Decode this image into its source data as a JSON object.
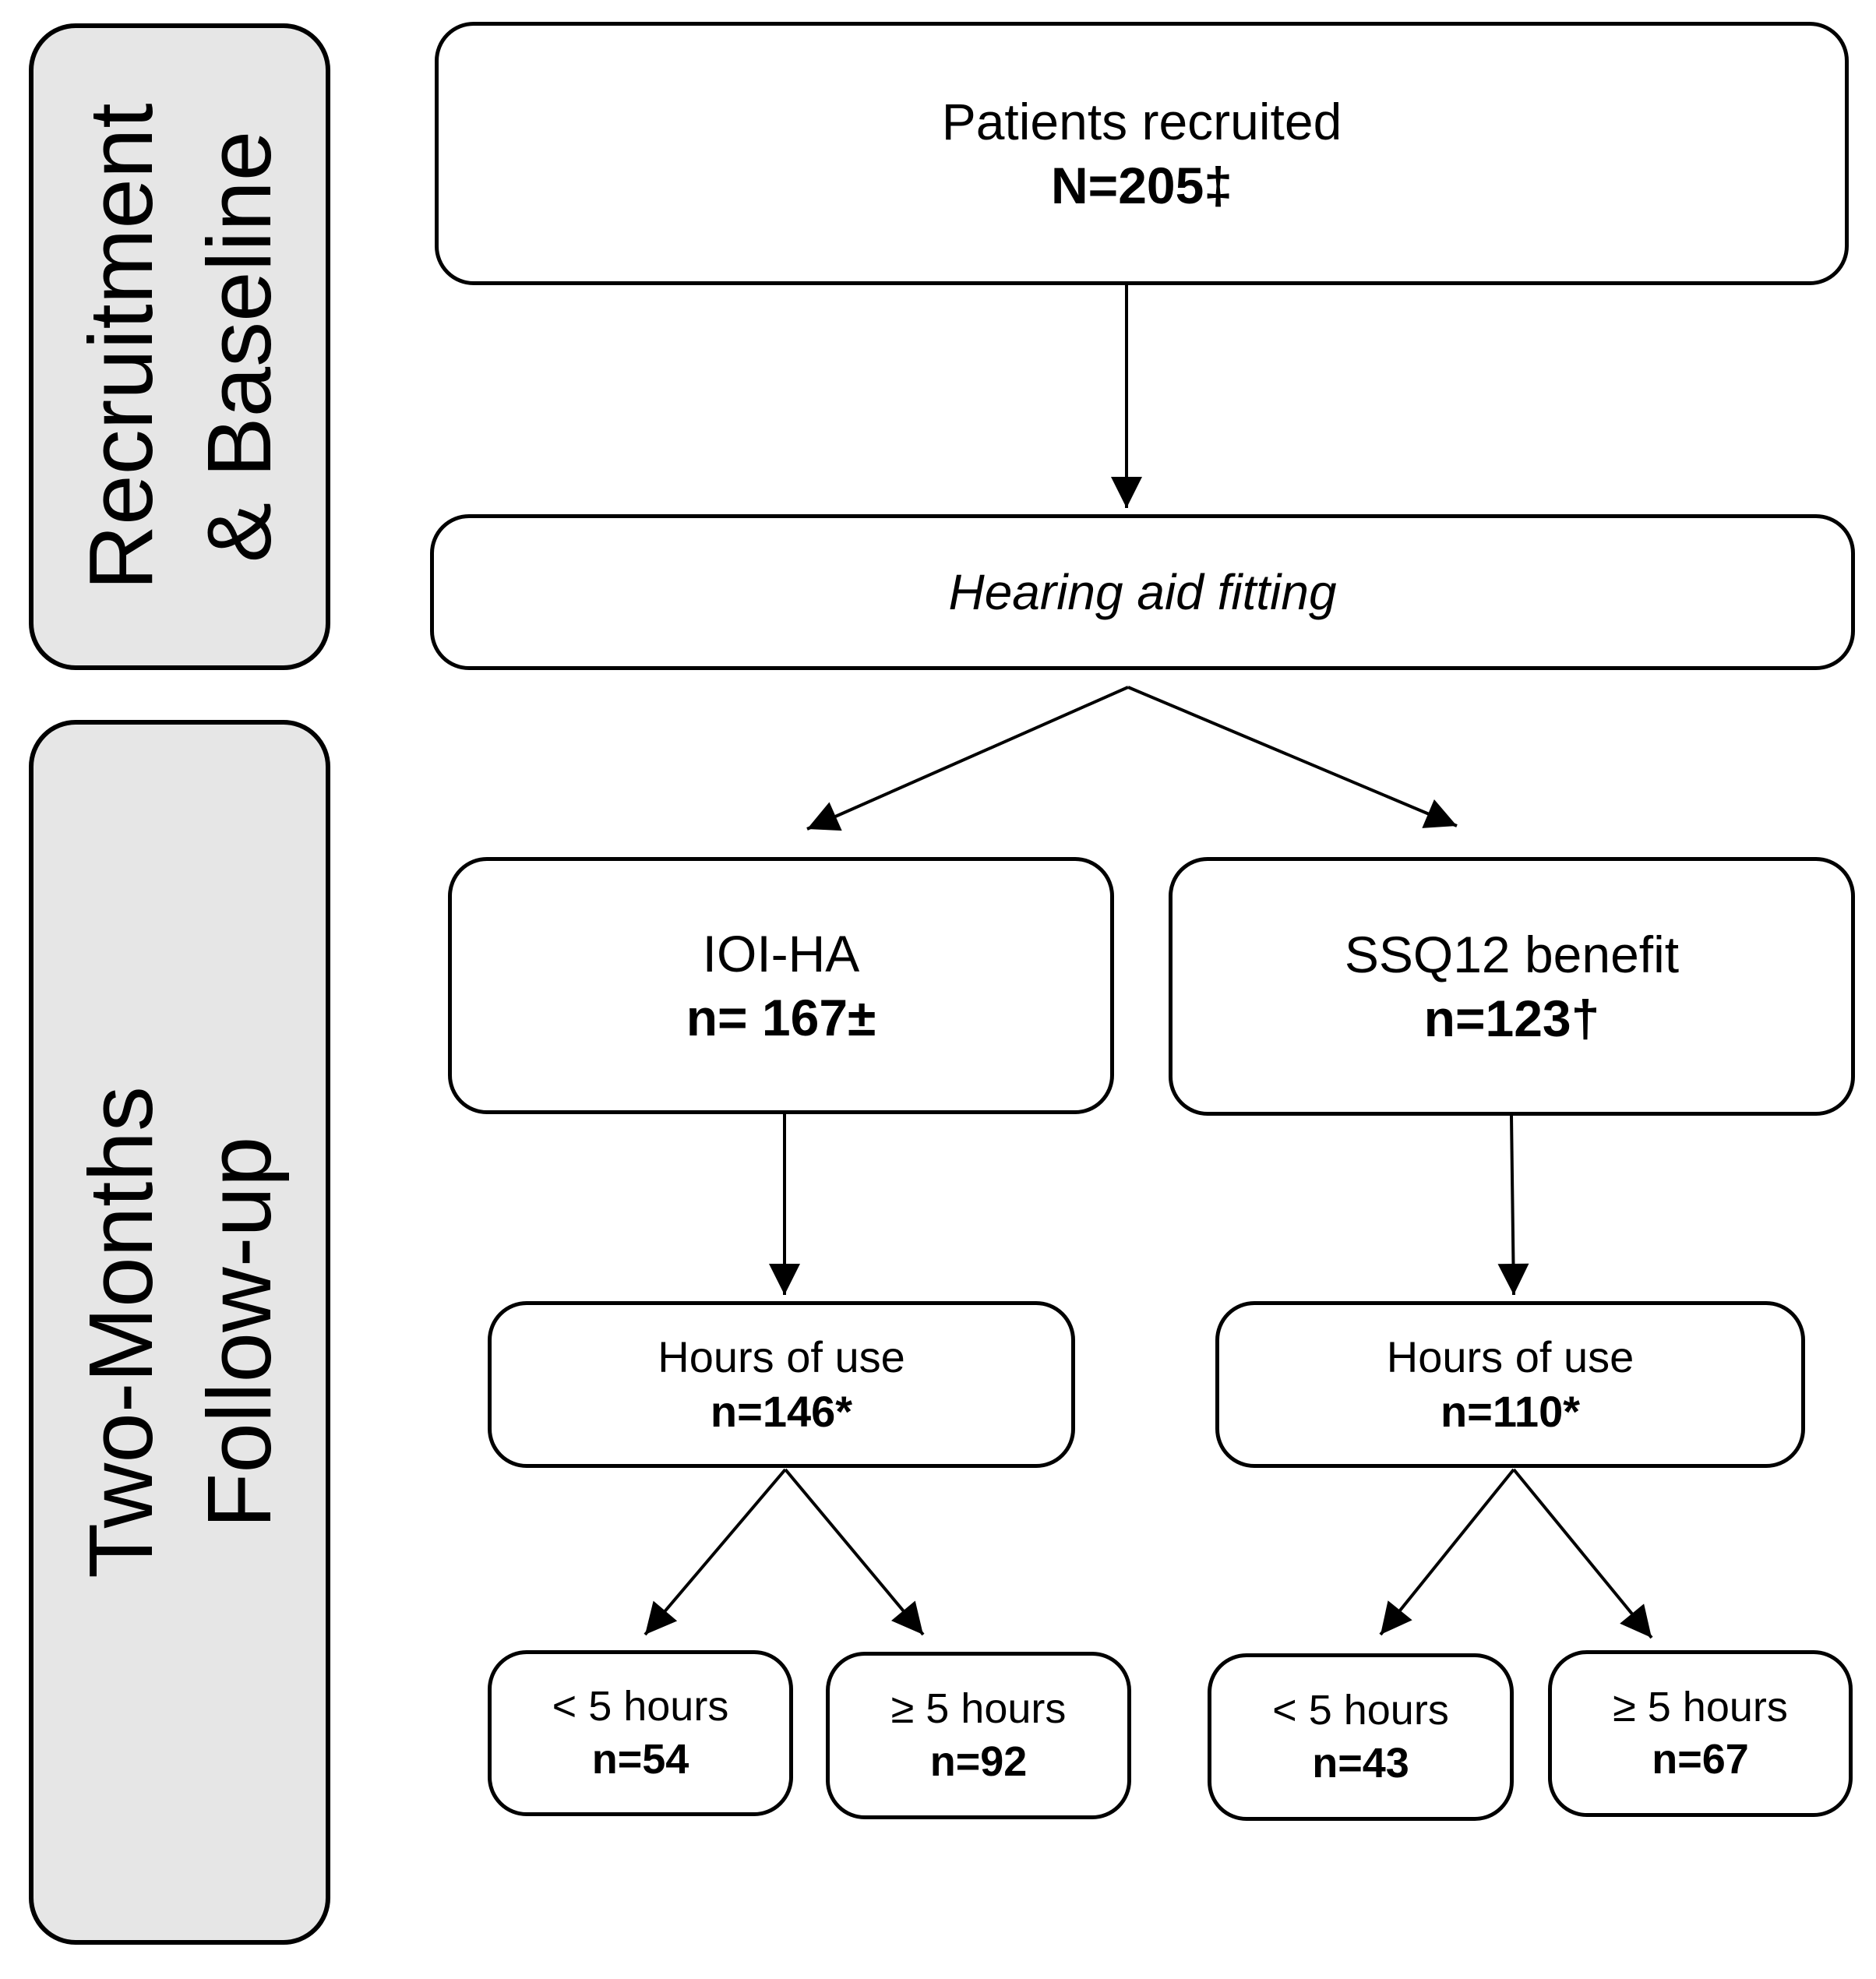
{
  "phases": {
    "baseline": {
      "line1": "Recruitment",
      "line2": "& Baseline"
    },
    "followup": {
      "line1": "Two-Months",
      "line2": "Follow-up"
    }
  },
  "nodes": {
    "recruited": {
      "title": "Patients recruited",
      "count": "N=205‡"
    },
    "fitting": {
      "title": "Hearing aid fitting"
    },
    "ioiha": {
      "title": "IOI-HA",
      "count": "n= 167±"
    },
    "ssq12": {
      "title": "SSQ12 benefit",
      "count": "n=123†"
    },
    "hours_left": {
      "title": "Hours of use",
      "count": "n=146*"
    },
    "hours_right": {
      "title": "Hours of use",
      "count": "n=110*"
    },
    "left_lt5": {
      "title": "< 5 hours",
      "count": "n=54"
    },
    "left_ge5": {
      "title": "≥ 5 hours",
      "count": "n=92"
    },
    "right_lt5": {
      "title": "< 5 hours",
      "count": "n=43"
    },
    "right_ge5": {
      "title": "≥ 5 hours",
      "count": "n=67"
    }
  },
  "colors": {
    "phase_fill": "#e6e6e6",
    "stroke": "#000000",
    "box_fill": "#ffffff"
  }
}
